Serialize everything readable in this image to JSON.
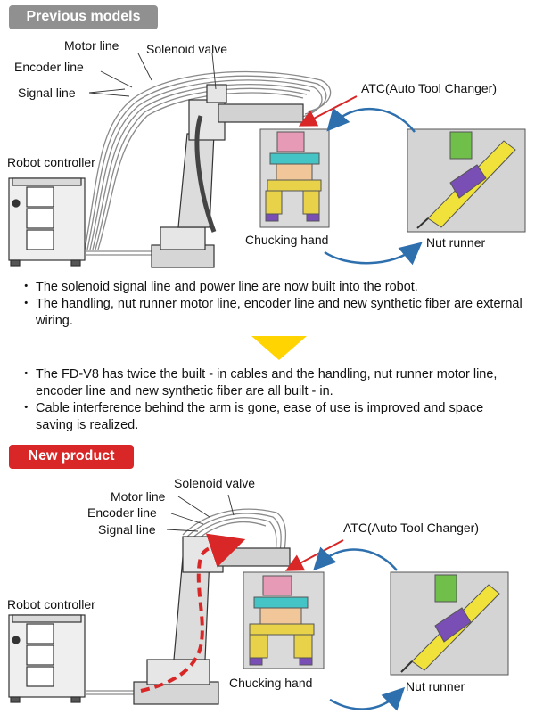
{
  "top": {
    "badge": "Previous models",
    "labels": {
      "motor_line": "Motor line",
      "solenoid_valve": "Solenoid valve",
      "encoder_line": "Encoder line",
      "signal_line": "Signal line",
      "robot_controller": "Robot controller",
      "atc": "ATC(Auto Tool Changer)",
      "chucking_hand": "Chucking hand",
      "nut_runner": "Nut runner"
    }
  },
  "middle": {
    "before": [
      "The solenoid signal line and power line are now built into the robot.",
      "The handling, nut runner motor line, encoder line and new synthetic fiber are external wiring."
    ],
    "after": [
      "The FD-V8 has twice the built - in cables and the handling, nut runner motor line, encoder line and new synthetic fiber are all built - in.",
      "Cable interference behind the arm is gone, ease of use is improved and space saving is realized."
    ]
  },
  "bottom": {
    "badge": "New product",
    "labels": {
      "solenoid_valve": "Solenoid valve",
      "motor_line": "Motor line",
      "encoder_line": "Encoder line",
      "signal_line": "Signal line",
      "robot_controller": "Robot controller",
      "atc": "ATC(Auto Tool Changer)",
      "chucking_hand": "Chucking hand",
      "nut_runner": "Nut runner"
    }
  },
  "colors": {
    "prev_badge": "#909090",
    "new_badge": "#d92626",
    "arrow_blue": "#2e6fae",
    "arrow_red": "#d92626",
    "triangle": "#ffd400"
  }
}
